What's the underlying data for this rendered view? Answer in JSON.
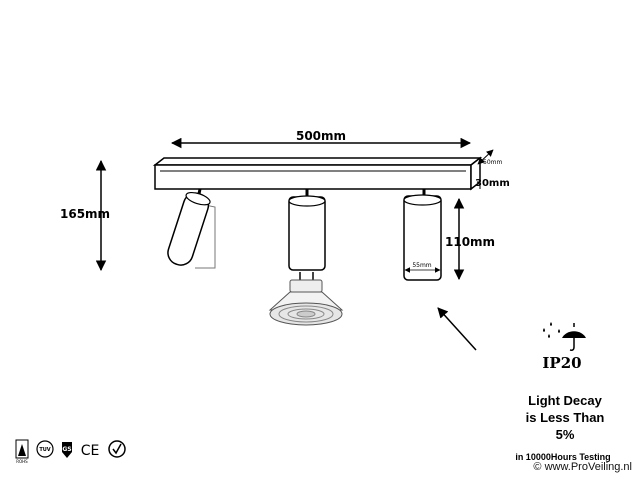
{
  "dimensions": {
    "width": "500mm",
    "height": "165mm",
    "depth": "50mm",
    "thickness": "30mm",
    "spot_length": "110mm",
    "spot_diameter": "55mm"
  },
  "ip_rating": {
    "label": "IP20",
    "icon": "rain-umbrella-icon"
  },
  "light_decay": {
    "line1": "Light Decay",
    "line2": "is Less Than",
    "line3": "5%",
    "note": "in 10000Hours Testing"
  },
  "certifications": [
    "ROHS",
    "TUV",
    "GS",
    "CE",
    "C-tick"
  ],
  "watermark": {
    "text": "© www.ProVeiling.nl"
  },
  "colors": {
    "line": "#000000",
    "background": "#ffffff"
  }
}
